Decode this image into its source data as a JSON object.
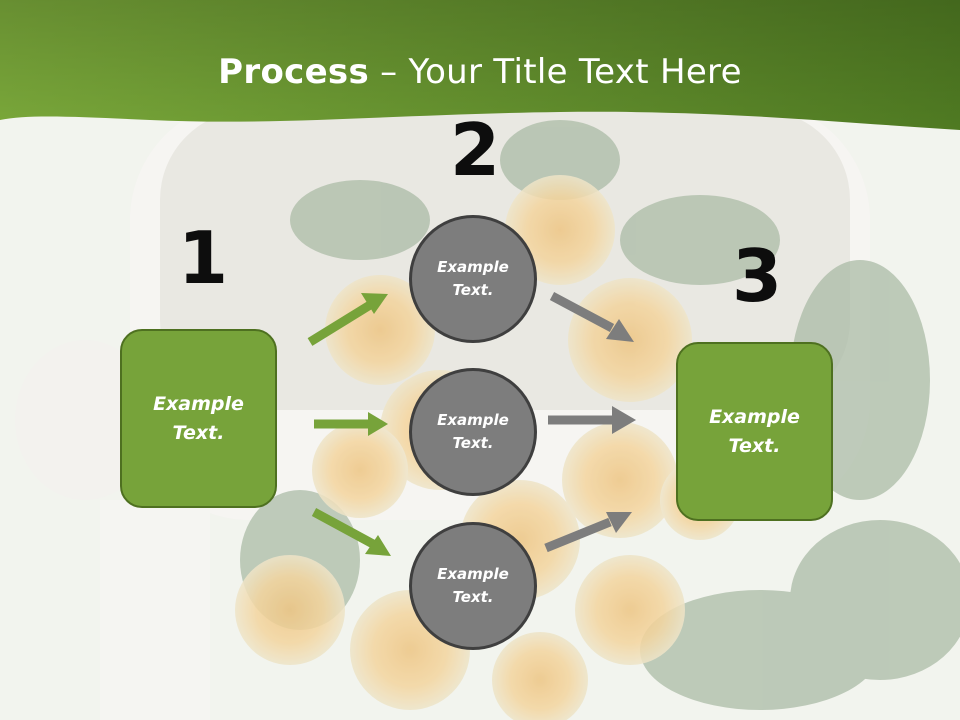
{
  "title": {
    "bold": "Process",
    "rest": " – Your Title Text Here"
  },
  "steps": [
    {
      "number": "1",
      "text": "Example Text."
    },
    {
      "number": "2",
      "items": [
        "Example Text.",
        "Example Text.",
        "Example Text."
      ]
    },
    {
      "number": "3",
      "text": "Example Text."
    }
  ],
  "colors": {
    "header_green": "#6f9a33",
    "box_green": "#77a33a",
    "circle_gray": "#7d7d7d",
    "arrow_green": "#77a33a",
    "arrow_gray": "#7d7d7d"
  }
}
